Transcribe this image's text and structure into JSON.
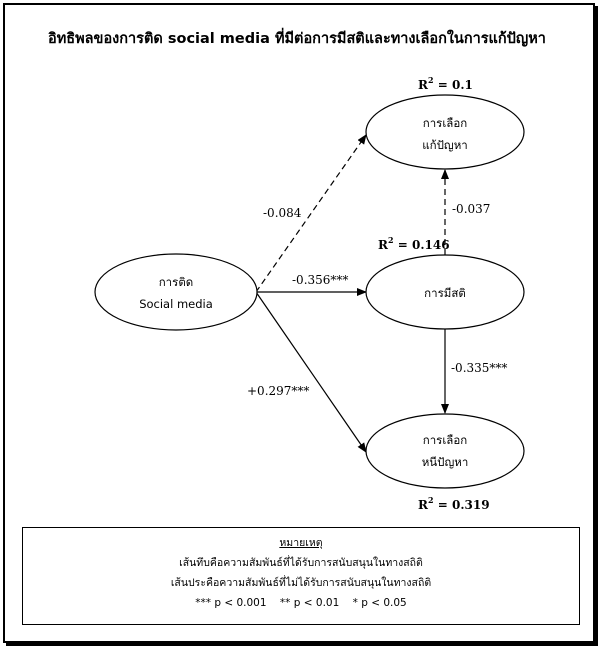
{
  "title": "อิทธิพลของการติด  social media ที่มีต่อการมีสติและทางเลือกในการแก้ปัญหา",
  "nodes": {
    "social": {
      "line1": "การติด",
      "line2": "Social media"
    },
    "solve": {
      "line1": "การเลือก",
      "line2": "แก้ปัญหา"
    },
    "mind": {
      "line1": "การมีสติ"
    },
    "avoid": {
      "line1": "การเลือก",
      "line2": "หนีปัญหา"
    }
  },
  "r2": {
    "solve": {
      "prefix": "R",
      "sup": "2",
      "value": " = 0.1"
    },
    "mind": {
      "prefix": "R",
      "sup": "2",
      "value": " = 0.146"
    },
    "avoid": {
      "prefix": "R",
      "sup": "2",
      "value": " = 0.319"
    }
  },
  "paths": {
    "social_solve": {
      "coef": "-0.084",
      "style": "dashed"
    },
    "social_mind": {
      "coef": "-0.356***",
      "style": "solid"
    },
    "social_avoid": {
      "coef": "+0.297***",
      "style": "solid"
    },
    "mind_solve": {
      "coef": "-0.037",
      "style": "dashed"
    },
    "mind_avoid": {
      "coef": "-0.335***",
      "style": "solid"
    }
  },
  "note": {
    "heading": "หมายเหตุ",
    "line1": "เส้นทึบคือความสัมพันธ์ที่ได้รับการสนับสนุนในทางสถิติ",
    "line2": "เส้นประคือความสัมพันธ์ที่ไม่ได้รับการสนับสนุนในทางสถิติ",
    "sig1": "*** p < 0.001",
    "sig2": "** p < 0.01",
    "sig3": "* p < 0.05"
  }
}
